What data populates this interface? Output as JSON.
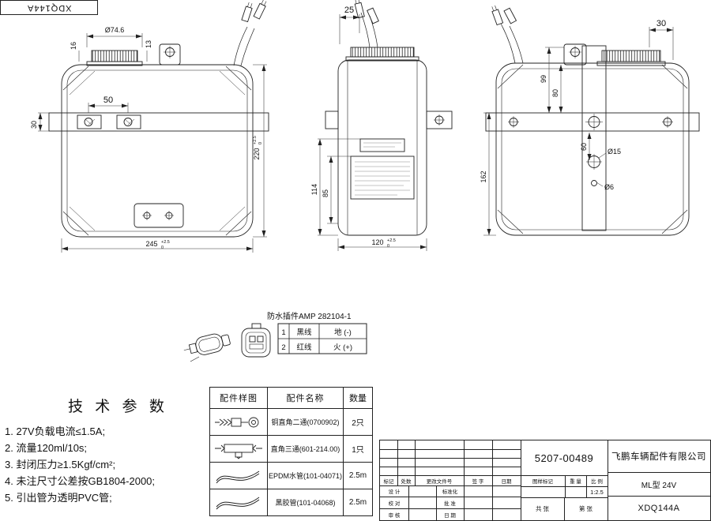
{
  "corner_label": "XDQ144A",
  "dims": {
    "front": {
      "cap_dia": "Ø74.6",
      "d16": "16",
      "d13": "13",
      "d50": "50",
      "d30": "30",
      "h": "220",
      "h_tol_u": "+2.5",
      "h_tol_l": "0",
      "w": "245",
      "w_tol_u": "+2.5",
      "w_tol_l": "0"
    },
    "side": {
      "d25": "25",
      "d114": "114",
      "d85": "85",
      "w": "120",
      "w_tol_u": "+2.5",
      "w_tol_l": "0"
    },
    "rear": {
      "d30": "30",
      "d99": "99",
      "d80": "80",
      "d60": "60",
      "hole_big": "Ø15",
      "hole_small": "Ø6",
      "d162": "162"
    }
  },
  "connector_section": {
    "title": "防水插件AMP 282104-1",
    "table": [
      {
        "pin": "1",
        "wire": "黑线",
        "polarity": "地 (-)"
      },
      {
        "pin": "2",
        "wire": "红线",
        "polarity": "火 (+)"
      }
    ]
  },
  "tech_params": {
    "title": "技 术 参 数",
    "items": [
      "1. 27V负载电流≤1.5A;",
      "2. 流量120ml/10s;",
      "3. 封闭压力≥1.5Kgf/cm²;",
      "4. 未注尺寸公差按GB1804-2000;",
      "5. 引出管为透明PVC管;"
    ]
  },
  "parts_table": {
    "headers": [
      "配件样图",
      "配件名称",
      "数量"
    ],
    "rows": [
      {
        "name": "铜直角二通(0700902)",
        "qty": "2只"
      },
      {
        "name": "直角三通(601-214.00)",
        "qty": "1只"
      },
      {
        "name": "EPDM水管(101-04071)",
        "qty": "2.5m"
      },
      {
        "name": "黑胶管(101-04068)",
        "qty": "2.5m"
      }
    ]
  },
  "title_block": {
    "drawing_no": "5207-00489",
    "company": "飞鹏车辆配件有限公司",
    "model": "ML型 24V",
    "part_no": "XDQ144A",
    "rev_header": [
      "标记",
      "处数",
      "更改文件号",
      "签 字",
      "日期"
    ],
    "sign_rows": [
      [
        "设 计",
        "标准化"
      ],
      [
        "校 对",
        "批 准"
      ],
      [
        "审 核",
        "日 期"
      ]
    ],
    "info_labels": [
      "图样标记",
      "重 量",
      "比 例"
    ],
    "scale_value": "1:2.5",
    "sheet_total": "共  张",
    "sheet_no": "第  张"
  }
}
